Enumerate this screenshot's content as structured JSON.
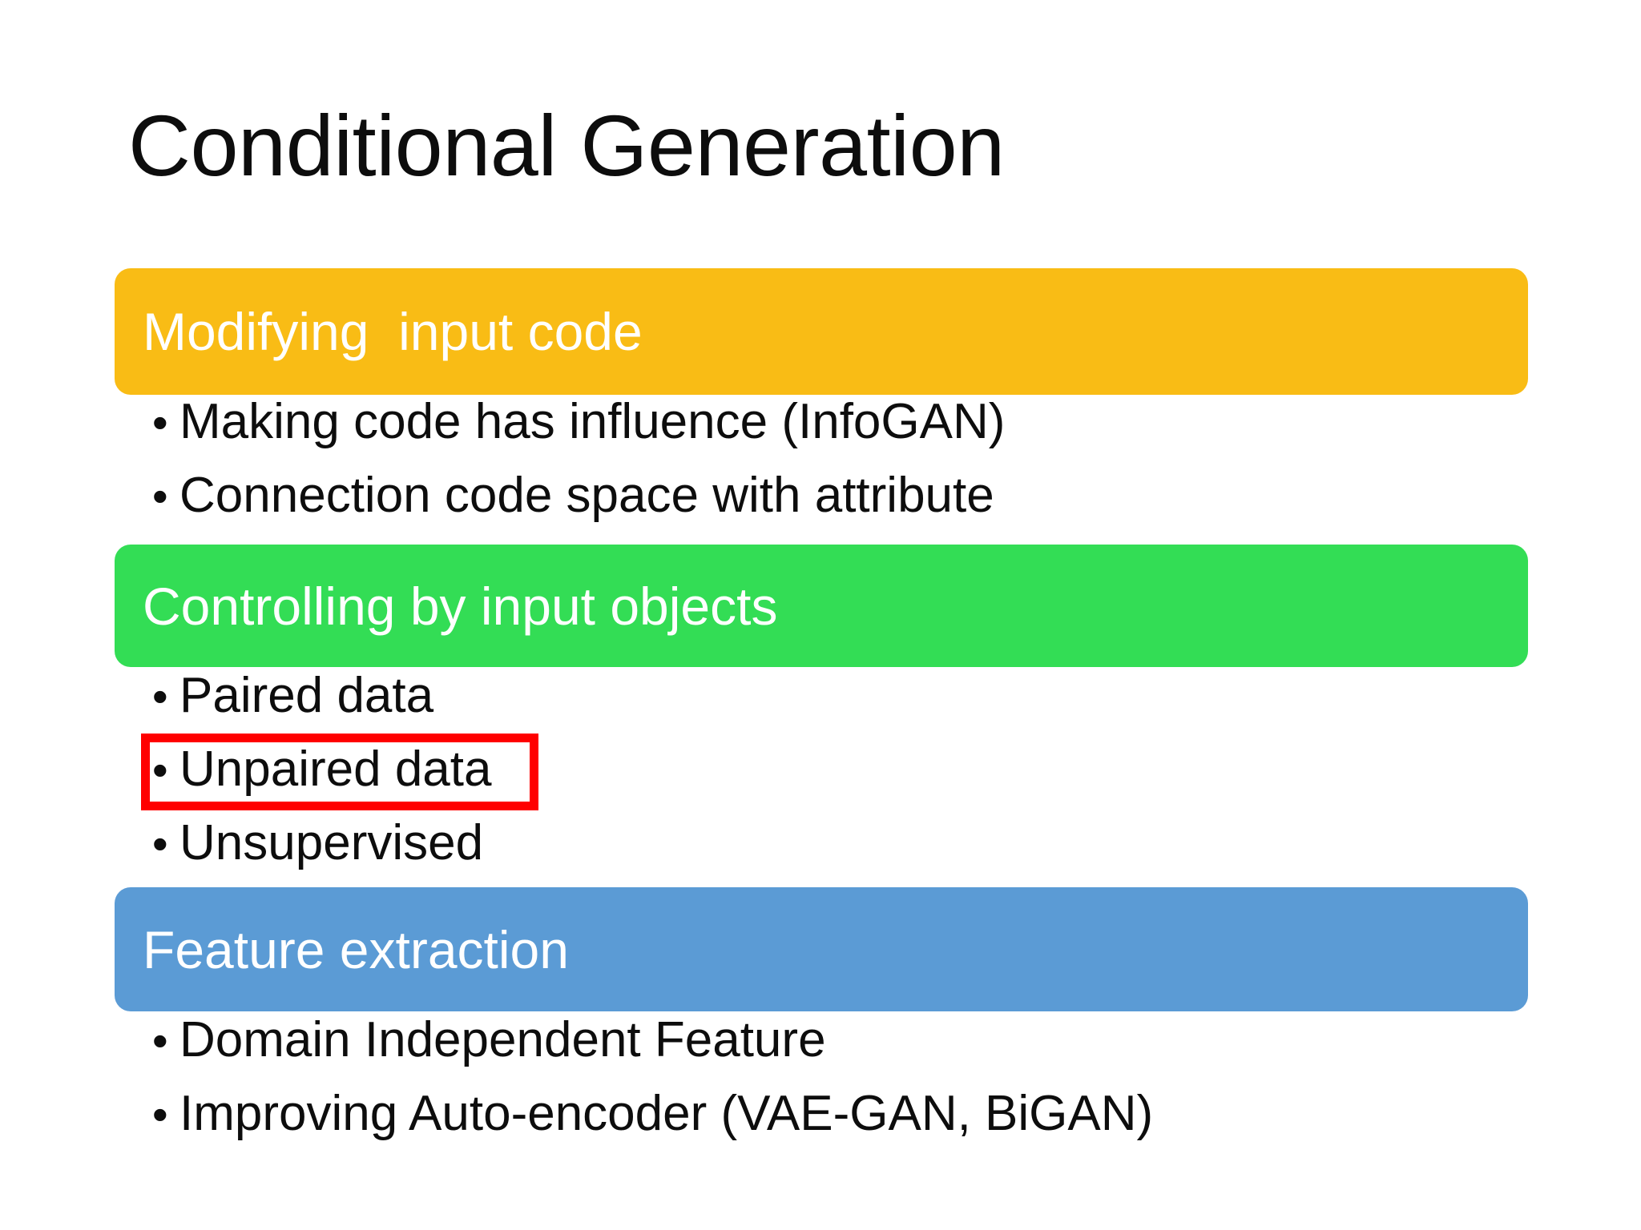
{
  "slide": {
    "title": "Conditional Generation",
    "background_color": "#FFFFFF",
    "text_color": "#0D0D0D",
    "highlight_color": "#FF0000",
    "sections": [
      {
        "id": "modifying-input-code",
        "band_label": "Modifying  input code",
        "band_color": "#F9BC15",
        "bullet_marker": "•",
        "bullets": [
          "Making code has influence (InfoGAN)",
          "Connection code space with attribute"
        ]
      },
      {
        "id": "controlling-by-input-objects",
        "band_label": "Controlling by input objects",
        "band_color": "#33DD55",
        "bullet_marker": "•",
        "bullets": [
          "Paired data",
          "Unpaired data",
          "Unsupervised"
        ],
        "highlighted_bullet_index": 1
      },
      {
        "id": "feature-extraction",
        "band_label": "Feature extraction",
        "band_color": "#5B9BD5",
        "bullet_marker": "•",
        "bullets": [
          "Domain Independent Feature",
          "Improving Auto-encoder (VAE-GAN, BiGAN)"
        ]
      }
    ]
  }
}
